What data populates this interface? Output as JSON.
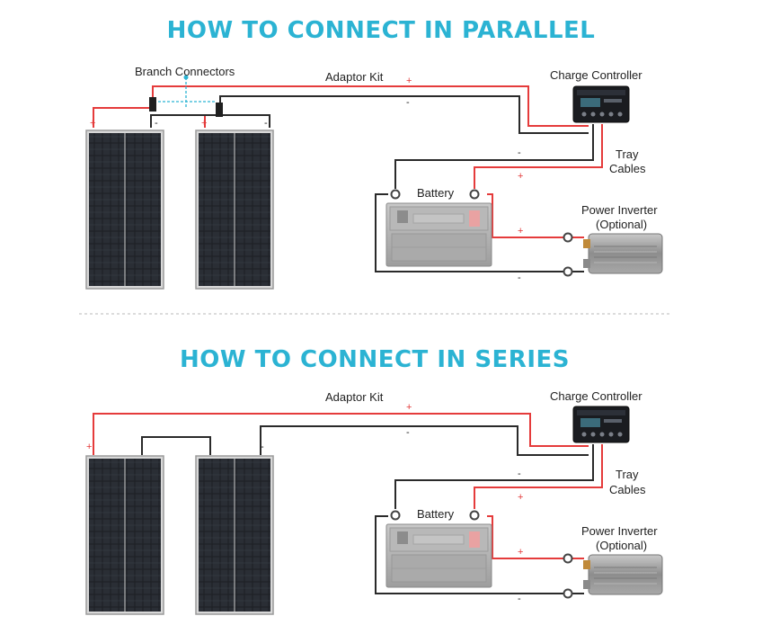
{
  "parallel": {
    "title": "HOW TO CONNECT IN PARALLEL",
    "branch_connectors": "Branch Connectors",
    "adaptor_kit": "Adaptor Kit",
    "charge_controller": "Charge Controller",
    "tray_line1": "Tray",
    "tray_line2": "Cables",
    "battery": "Battery",
    "inverter_line1": "Power Inverter",
    "inverter_line2": "(Optional)",
    "plus": "+",
    "minus": "-"
  },
  "series": {
    "title": "HOW TO CONNECT IN SERIES",
    "adaptor_kit": "Adaptor Kit",
    "charge_controller": "Charge Controller",
    "tray_line1": "Tray",
    "tray_line2": "Cables",
    "battery": "Battery",
    "inverter_line1": "Power Inverter",
    "inverter_line2": "(Optional)",
    "plus": "+",
    "minus": "-"
  },
  "colors": {
    "title": "#2bb3d3",
    "positive_wire": "#e53b3b",
    "negative_wire": "#2a2a2a",
    "branch_guide": "#2bb3d3"
  }
}
